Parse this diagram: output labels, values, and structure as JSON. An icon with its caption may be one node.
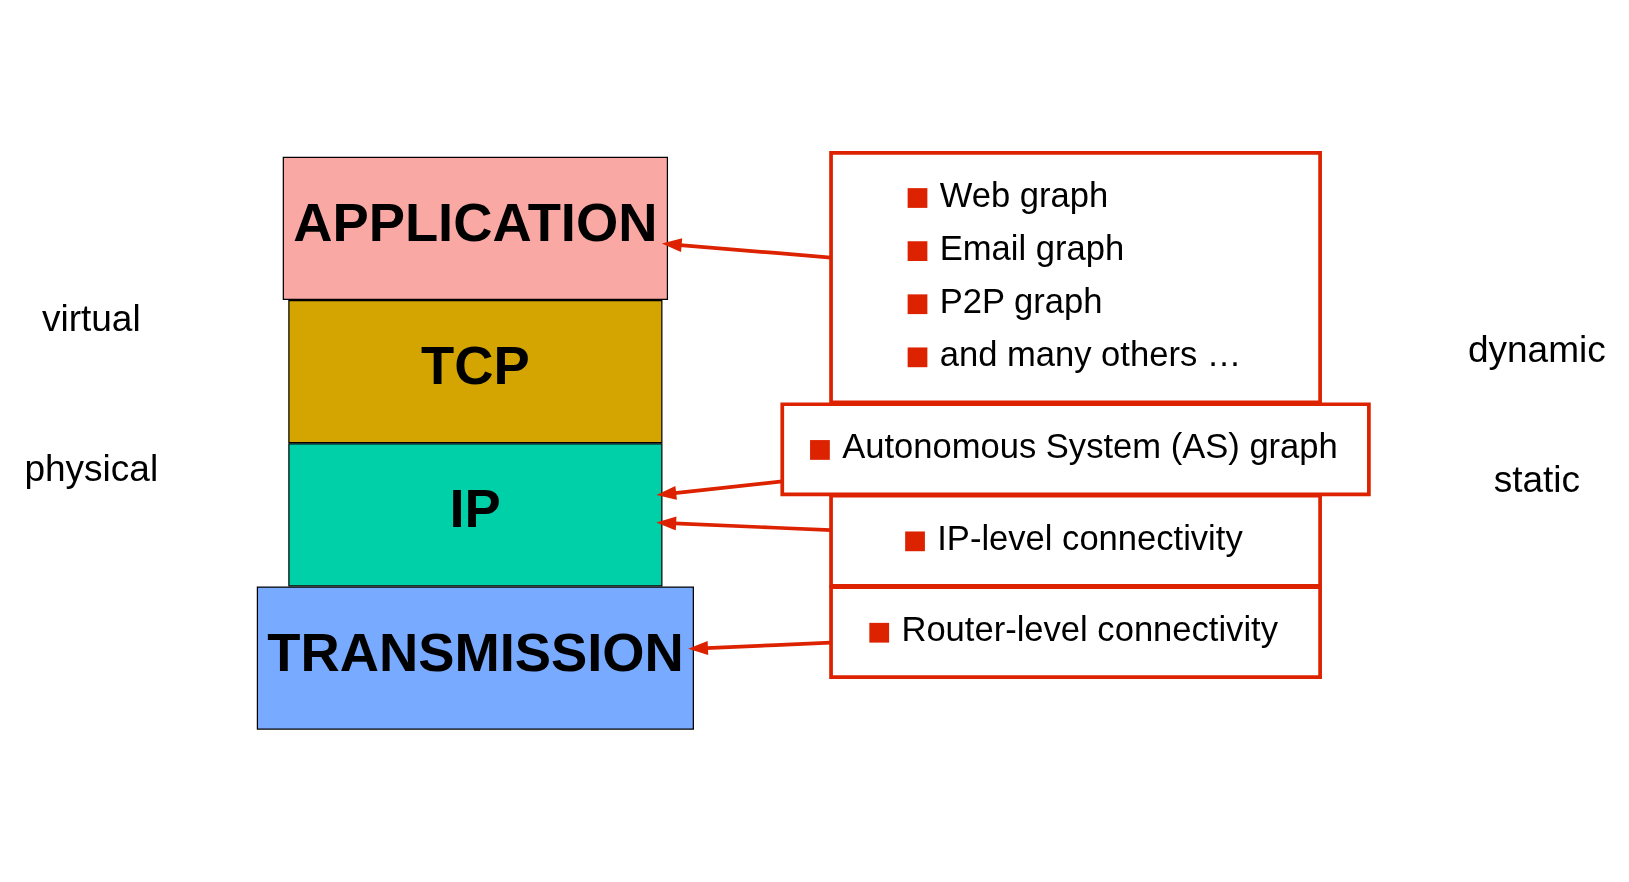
{
  "diagram": {
    "nodes": [
      {
        "text": [
          "APPLICATION"
        ]
      },
      {
        "text": [
          "TCP"
        ]
      },
      {
        "text": [
          "IP"
        ]
      },
      {
        "text": [
          "TRANSMISSION"
        ]
      },
      {
        "text": [
          "Web graph",
          "Email graph",
          "P2P graph",
          "and many others …"
        ]
      },
      {
        "text": [
          "Autonomous System (AS) graph"
        ]
      },
      {
        "text": [
          "IP-level connectivity"
        ]
      },
      {
        "text": [
          "Router-level connectivity"
        ]
      }
    ],
    "edges": [
      {
        "from": 4,
        "to": 0,
        "arrow": "to",
        "color": "#dd2200"
      },
      {
        "from": 5,
        "to": 2,
        "arrow": "to",
        "color": "#dd2200"
      },
      {
        "from": 6,
        "to": 2,
        "arrow": "to",
        "color": "#dd2200"
      },
      {
        "from": 7,
        "to": 3,
        "arrow": "to",
        "color": "#dd2200"
      }
    ],
    "labels": [
      "virtual",
      "dynamic",
      "physical",
      "static"
    ]
  }
}
